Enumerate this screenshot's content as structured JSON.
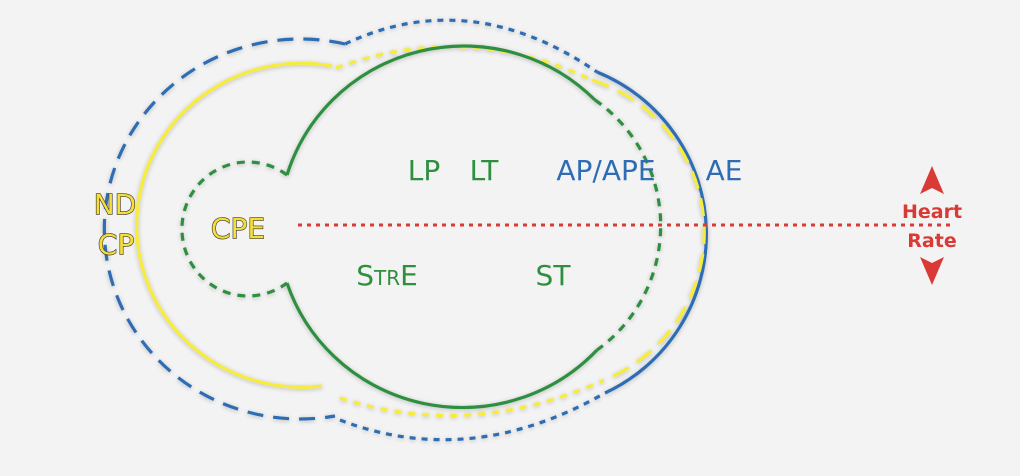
{
  "labels": {
    "nd": "ND",
    "cp": "CP",
    "cpe": "CPE",
    "lp": "LP",
    "lt": "LT",
    "ap_ape": "AP/APE",
    "ae": "AE",
    "stre": "StrE",
    "st": "ST",
    "heart": "Heart",
    "rate": "Rate"
  },
  "colors": {
    "green": "#2f8f3f",
    "yellow": "#f7e93a",
    "blue": "#2e6db4",
    "red": "#d93a35"
  }
}
